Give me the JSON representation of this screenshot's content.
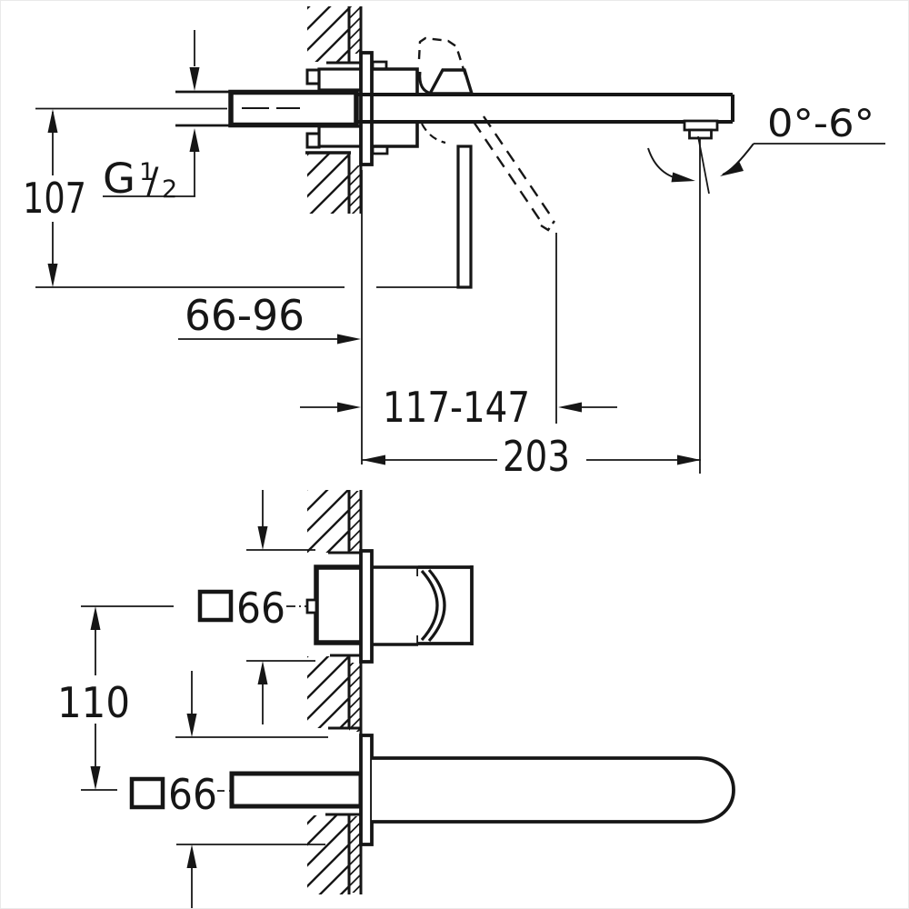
{
  "diagram": {
    "background": "#ffffff",
    "line_color": "#161616",
    "side_view": {
      "dim_height": "107",
      "thread_letter": "G",
      "thread_numerator": "1",
      "thread_slash": "/",
      "thread_denominator": "2",
      "dim_depth_range": "66-96",
      "dim_handle_range": "117-147",
      "dim_spout_length": "203",
      "dim_angle_range": "0°-6°"
    },
    "plan_view": {
      "dim_center_distance": "110",
      "dim_square_top": "66",
      "dim_square_bottom": "66"
    }
  }
}
